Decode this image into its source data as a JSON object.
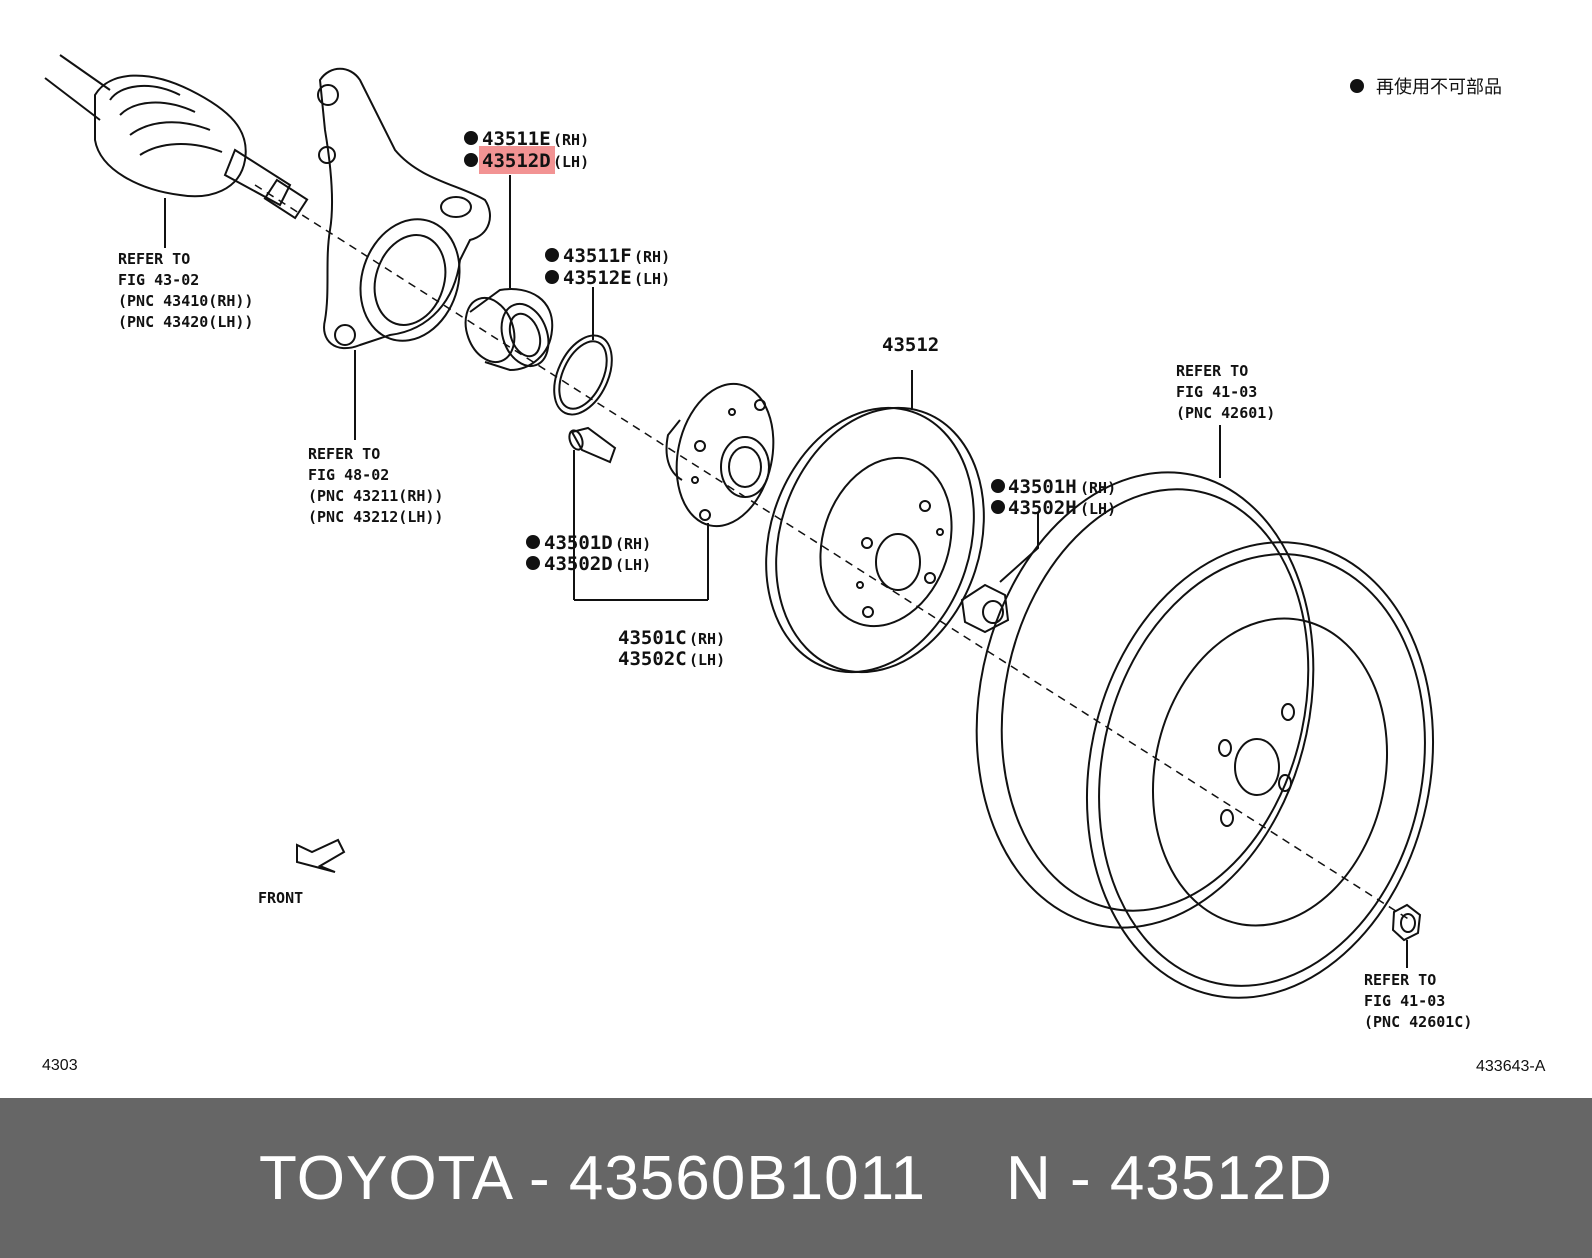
{
  "legend": {
    "text": "再使用不可部品"
  },
  "labels": {
    "bearing_rh": "43511E",
    "bearing_rh_side": "(RH)",
    "bearing_lh": "43512D",
    "bearing_lh_side": "(LH)",
    "snap_rh": "43511F",
    "snap_rh_side": "(RH)",
    "snap_lh": "43512E",
    "snap_lh_side": "(LH)",
    "disc": "43512",
    "nut_rh": "43501H",
    "nut_rh_side": "(RH)",
    "nut_lh": "43502H",
    "nut_lh_side": "(LH)",
    "bolt_rh": "43501D",
    "bolt_rh_side": "(RH)",
    "bolt_lh": "43502D",
    "bolt_lh_side": "(LH)",
    "hub_rh": "43501C",
    "hub_rh_side": "(RH)",
    "hub_lh": "43502C",
    "hub_lh_side": "(LH)"
  },
  "refs": {
    "shaft": [
      "REFER TO",
      "FIG 43-02",
      "(PNC 43410(RH))",
      "(PNC 43420(LH))"
    ],
    "knuckle": [
      "REFER TO",
      "FIG 48-02",
      "(PNC 43211(RH))",
      "(PNC 43212(LH))"
    ],
    "wheel": [
      "REFER TO",
      "FIG 41-03",
      "(PNC 42601)"
    ],
    "wheel_nut": [
      "REFER TO",
      "FIG 41-03",
      "(PNC 42601C)"
    ]
  },
  "front_label": "FRONT",
  "fig_number": "4303",
  "illustration_id": "433643-A",
  "highlight_color": "#f08080",
  "footer": {
    "brand": "TOYOTA",
    "separator": " - ",
    "part_number": "43560B1011",
    "pnc_prefix": "N - ",
    "pnc": "43512D"
  }
}
